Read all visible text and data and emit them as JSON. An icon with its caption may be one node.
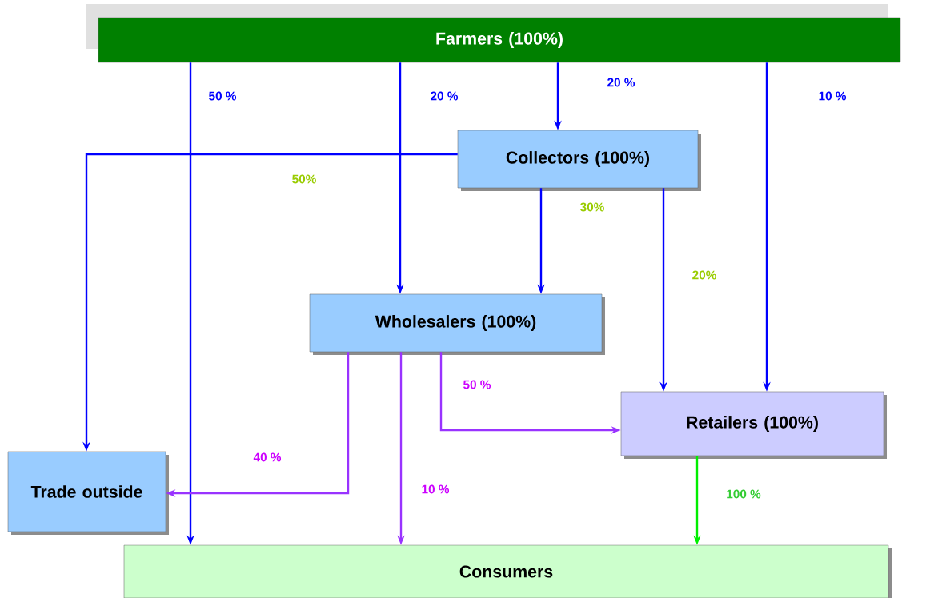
{
  "diagram": {
    "nodes": [
      {
        "text": [
          "Farmers (100%)"
        ]
      },
      {
        "text": [
          "Collectors (100%)"
        ]
      },
      {
        "text": [
          "Wholesalers (100%)"
        ]
      },
      {
        "text": [
          "Retailers (100%)"
        ]
      },
      {
        "text": [
          "Trade outside"
        ]
      },
      {
        "text": [
          "Consumers"
        ]
      }
    ],
    "edges": [
      {
        "from": 0,
        "to": 5,
        "arrow": "to",
        "label": "50 %"
      },
      {
        "from": 0,
        "to": 2,
        "arrow": "to",
        "label": "20 %"
      },
      {
        "from": 0,
        "to": 1,
        "arrow": "to",
        "label": "20 %"
      },
      {
        "from": 0,
        "to": 3,
        "arrow": "to",
        "label": "10 %"
      },
      {
        "from": 1,
        "to": 4,
        "arrow": "to",
        "label": "50%"
      },
      {
        "from": 1,
        "to": 2,
        "arrow": "to",
        "label": "30%"
      },
      {
        "from": 1,
        "to": 3,
        "arrow": "to",
        "label": "20%"
      },
      {
        "from": 2,
        "to": 4,
        "arrow": "to",
        "label": "40 %",
        "color": "#9933ff"
      },
      {
        "from": 2,
        "to": 5,
        "arrow": "to",
        "label": "10 %",
        "color": "#9933ff"
      },
      {
        "from": 2,
        "to": 3,
        "arrow": "to",
        "label": "50 %",
        "color": "#9933ff"
      },
      {
        "from": 3,
        "to": 5,
        "arrow": "to",
        "label": "100 %",
        "color": "#00ee00"
      }
    ]
  }
}
